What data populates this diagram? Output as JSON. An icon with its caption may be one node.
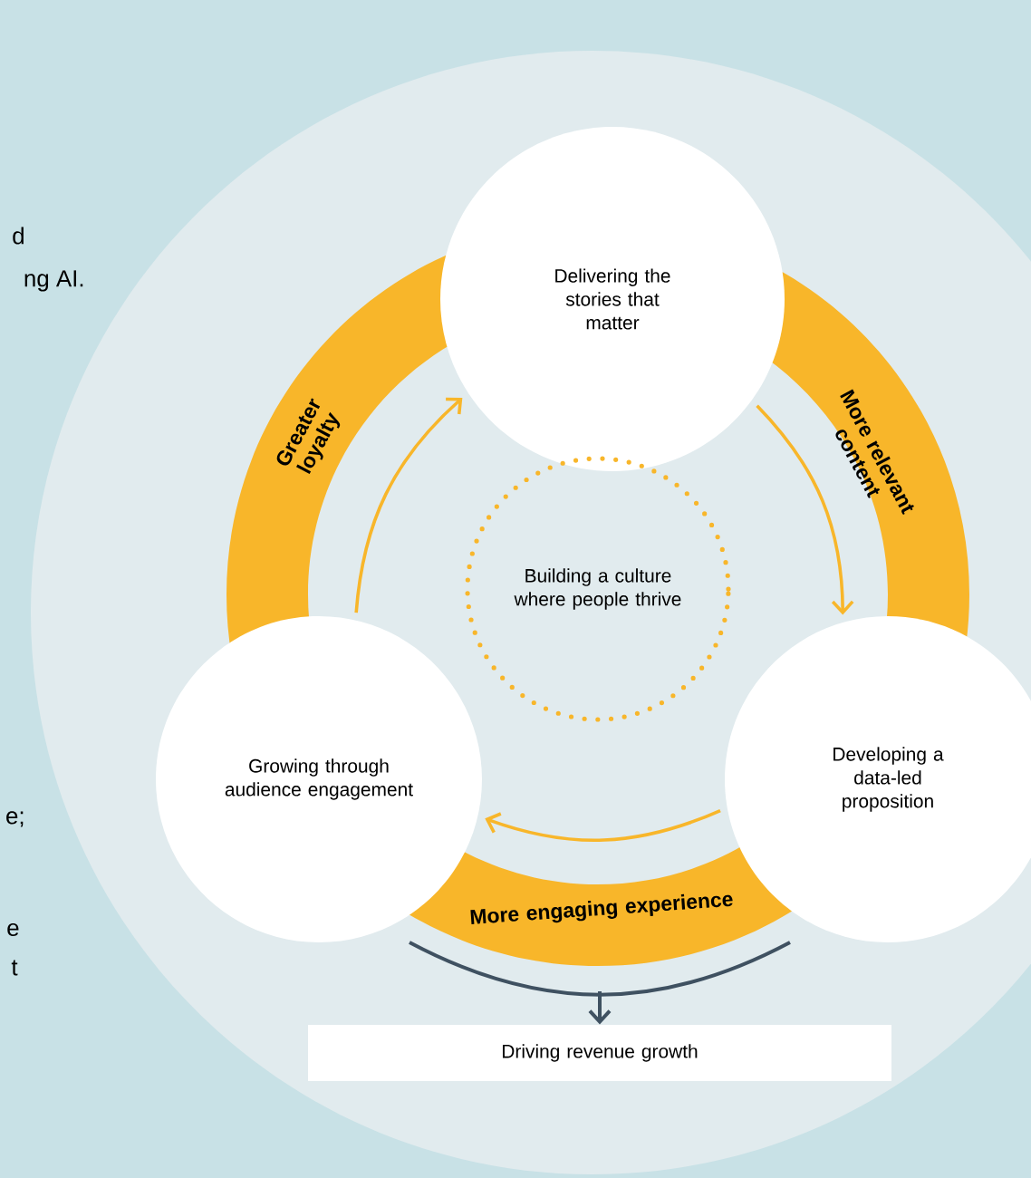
{
  "diagram": {
    "nodes": [
      {
        "text": [
          "Delivering the stories that matter"
        ]
      },
      {
        "text": [
          "Building a culture where people thrive"
        ]
      },
      {
        "text": [
          "Growing through audience engagement"
        ]
      },
      {
        "text": [
          "Developing a data-led proposition"
        ]
      },
      {
        "text": [
          "Driving revenue growth"
        ]
      }
    ],
    "edges": [
      {
        "from": 0,
        "to": 3,
        "arrow": "to"
      },
      {
        "from": 3,
        "to": 2,
        "arrow": "to"
      },
      {
        "from": 2,
        "to": 0,
        "arrow": "to"
      },
      {
        "from": null,
        "to": 4,
        "arrow": "to",
        "color": "#3f5161"
      }
    ],
    "labels": [
      "d",
      "ng AI.",
      "Greater loyalty",
      "More relevant content",
      "e;",
      "More engaging experience",
      "e",
      "t"
    ]
  }
}
